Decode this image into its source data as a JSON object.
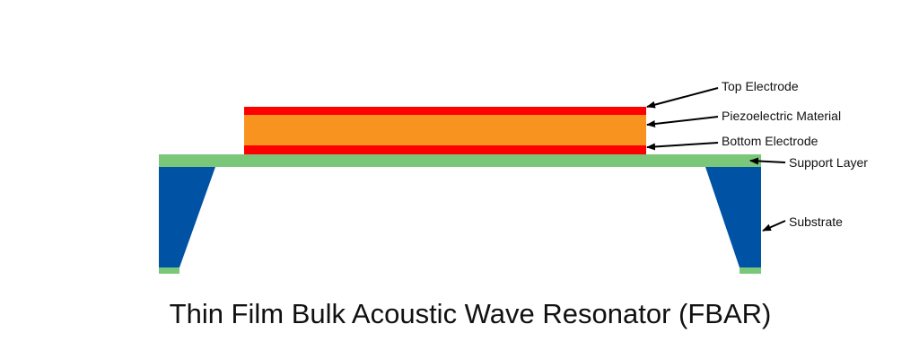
{
  "caption": "Thin Film Bulk Acoustic Wave Resonator (FBAR)",
  "labels": {
    "top_electrode": "Top Electrode",
    "piezoelectric": "Piezoelectric Material",
    "bottom_electrode": "Bottom Electrode",
    "support_layer": "Support Layer",
    "substrate": "Substrate"
  },
  "colors": {
    "electrode": "#ff0000",
    "piezoelectric": "#f7931e",
    "support_layer": "#7ac77a",
    "substrate": "#0052a5",
    "arrow": "#000000"
  }
}
